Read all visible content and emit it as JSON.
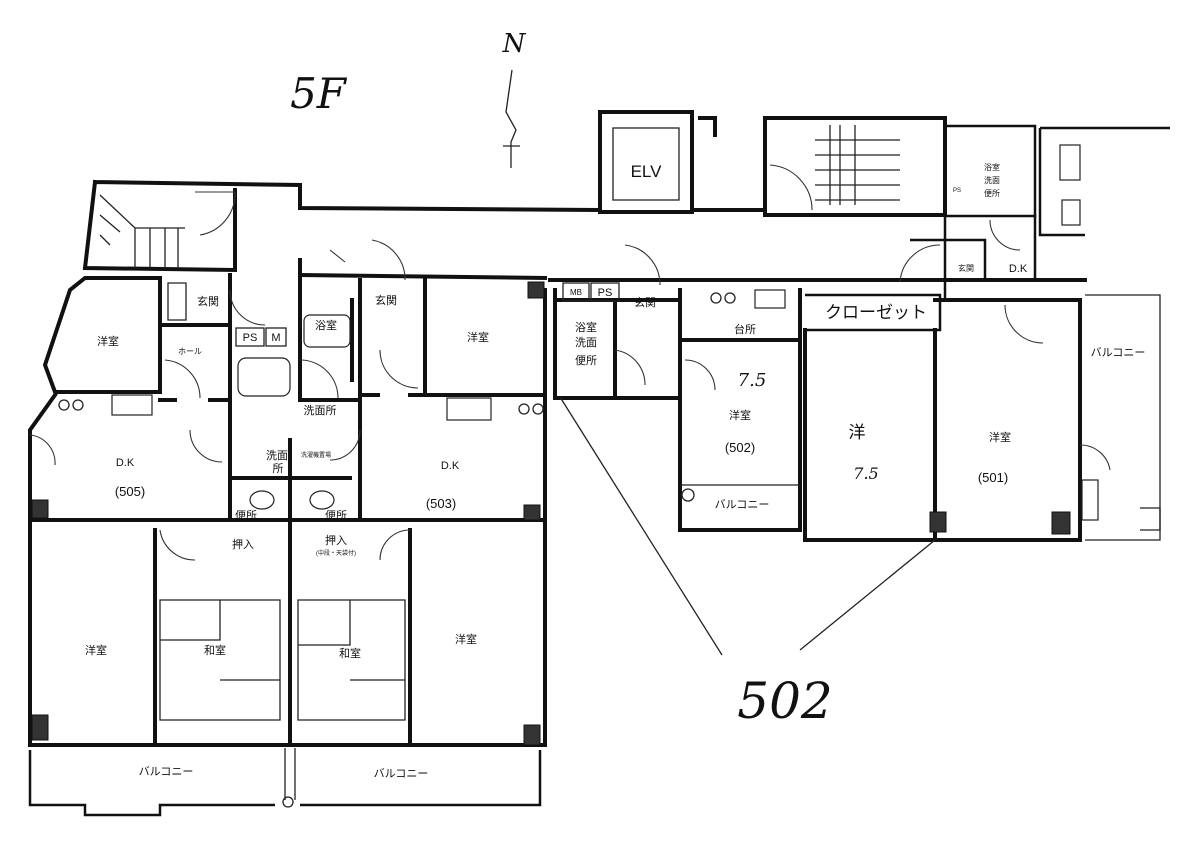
{
  "floor_label": "5F",
  "north_label": "N",
  "elevator_label": "ELV",
  "callout_label": "502",
  "shared": {
    "ps": "PS",
    "meter": "M"
  },
  "unit_505": {
    "number": "(505)",
    "dk": "D.K",
    "north_room": "洋室",
    "entrance": "玄関",
    "hall": "ホール",
    "washroom_line1": "洗面",
    "washroom_line2": "所",
    "toilet": "便所",
    "closet": "押入",
    "japanese_room": "和室",
    "western_room": "洋室",
    "balcony": "バルコニー"
  },
  "unit_503": {
    "number": "(503)",
    "dk": "D.K",
    "north_room": "洋室",
    "entrance": "玄関",
    "bath": "浴室",
    "washroom": "洗面所",
    "laundry": "洗濯機置場",
    "toilet": "便所",
    "closet": "押入",
    "closet_note": "(中段・天袋付)",
    "japanese_room": "和室",
    "western_room": "洋室",
    "balcony": "バルコニー"
  },
  "unit_502": {
    "mb": "MB",
    "ps": "PS",
    "entrance": "玄関",
    "bath": "浴室",
    "wash": "洗面",
    "toilet": "便所",
    "kitchen": "台所",
    "room_size": "7.5",
    "room": "洋室",
    "number": "(502)",
    "balcony": "バルコニー",
    "closet": "クローゼット",
    "second_room": "洋",
    "second_room_size": "7.5"
  },
  "unit_501": {
    "bath": "浴室",
    "wash": "洗面",
    "toilet": "便所",
    "ps": "PS",
    "entrance": "玄関",
    "dk": "D.K",
    "room": "洋室",
    "number": "(501)",
    "balcony": "バルコニー"
  }
}
